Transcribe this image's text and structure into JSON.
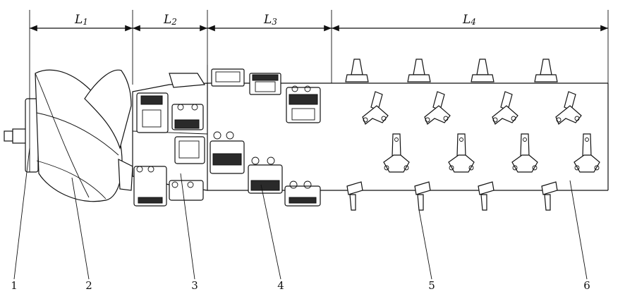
{
  "dimensions": [
    {
      "letter": "L",
      "sub": "1"
    },
    {
      "letter": "L",
      "sub": "2"
    },
    {
      "letter": "L",
      "sub": "3"
    },
    {
      "letter": "L",
      "sub": "4"
    }
  ],
  "part_numbers": [
    "1",
    "2",
    "3",
    "4",
    "5",
    "6"
  ]
}
